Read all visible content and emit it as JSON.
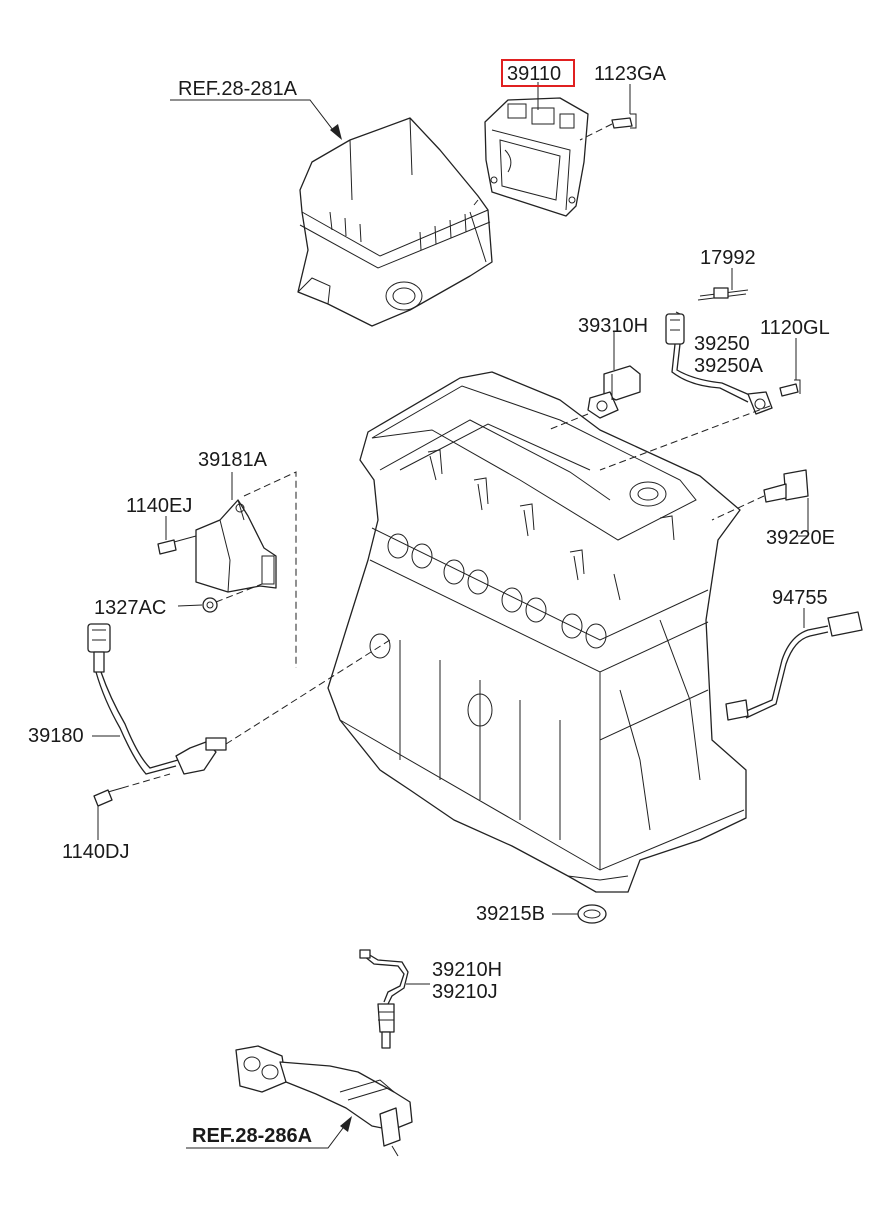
{
  "highlight_color": "#e02020",
  "callouts": {
    "ref_air_cleaner": "REF.28-281A",
    "ecu": "39110",
    "ecu_bolt": "1123GA",
    "clip": "17992",
    "cam_sensor": "39310H",
    "knock_sensor": "39250",
    "knock_sensor_alt": "39250A",
    "knock_bolt": "1120GL",
    "bracket": "39181A",
    "bracket_bolt": "1140EJ",
    "bracket_nut": "1327AC",
    "temp_sensor": "39220E",
    "harness": "94755",
    "crank_sensor": "39180",
    "crank_bolt": "1140DJ",
    "plug": "39215B",
    "o2_sensor": "39210H",
    "o2_sensor_alt": "39210J",
    "ref_exhaust": "REF.28-286A"
  }
}
